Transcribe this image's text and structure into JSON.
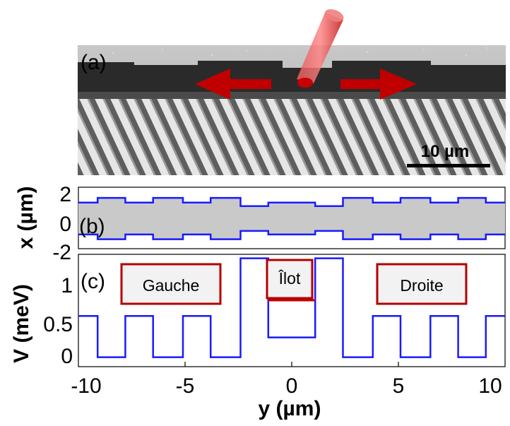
{
  "panels": {
    "a": {
      "label": "(a)",
      "scale_bar_label": "10 µm"
    },
    "b": {
      "label": "(b)",
      "ylabel": "x (µm)",
      "yticks": [
        "2",
        "0",
        "-2"
      ]
    },
    "c": {
      "label": "(c)",
      "ylabel": "V (meV)",
      "yticks": [
        "1",
        "0.5",
        "0"
      ],
      "region_labels": [
        "Gauche",
        "Îlot",
        "Droite"
      ]
    }
  },
  "xaxis": {
    "label": "y (µm)",
    "ticks": [
      "-10",
      "-5",
      "0",
      "5",
      "10"
    ]
  },
  "colors": {
    "trace": "#1a1aff",
    "frame": "#b40000",
    "fill": "#c9c9c9",
    "arrow": "#c00000"
  },
  "chart_data": [
    {
      "type": "area",
      "panel": "b",
      "xlim": [
        -10,
        10
      ],
      "ylim": [
        -2.6,
        2.6
      ],
      "x": [
        -10,
        -9.1,
        -9.1,
        -7.8,
        -7.8,
        -6.5,
        -6.5,
        -5.1,
        -5.1,
        -3.8,
        -3.8,
        -2.4,
        -2.4,
        -1.1,
        -1.1,
        1.1,
        1.1,
        2.4,
        2.4,
        3.8,
        3.8,
        5.1,
        5.1,
        6.5,
        6.5,
        7.8,
        7.8,
        9.1,
        9.1,
        10
      ],
      "upper": [
        1.3,
        1.3,
        1.7,
        1.7,
        1.3,
        1.3,
        1.7,
        1.7,
        1.3,
        1.3,
        1.7,
        1.7,
        1.0,
        1.0,
        1.3,
        1.3,
        1.0,
        1.0,
        1.7,
        1.7,
        1.3,
        1.3,
        1.7,
        1.7,
        1.3,
        1.3,
        1.7,
        1.7,
        1.3,
        1.3
      ],
      "lower": [
        -1.4,
        -1.4,
        -1.8,
        -1.8,
        -1.4,
        -1.4,
        -1.8,
        -1.8,
        -1.4,
        -1.4,
        -1.8,
        -1.8,
        -1.1,
        -1.1,
        -1.4,
        -1.4,
        -1.1,
        -1.1,
        -1.8,
        -1.8,
        -1.4,
        -1.4,
        -1.8,
        -1.8,
        -1.4,
        -1.4,
        -1.8,
        -1.8,
        -1.4,
        -1.4
      ]
    },
    {
      "type": "line",
      "panel": "c",
      "xlim": [
        -10,
        10
      ],
      "ylim": [
        -0.12,
        1.3
      ],
      "x": [
        -10,
        -9.1,
        -9.1,
        -7.8,
        -7.8,
        -6.5,
        -6.5,
        -5.1,
        -5.1,
        -3.8,
        -3.8,
        -2.4,
        -2.4,
        -1.1,
        -1.1,
        1.1,
        1.1,
        2.4,
        2.4,
        3.8,
        3.8,
        5.1,
        5.1,
        6.5,
        6.5,
        7.8,
        7.8,
        9.1,
        9.1,
        10
      ],
      "y": [
        0.52,
        0.52,
        0,
        0,
        0.52,
        0.52,
        0,
        0,
        0.52,
        0.52,
        0,
        0,
        1.25,
        1.25,
        0.25,
        0.25,
        1.25,
        1.25,
        0,
        0,
        0.52,
        0.52,
        0,
        0,
        0.52,
        0.52,
        0,
        0,
        0.52,
        0.52
      ],
      "level_marker": {
        "x": [
          -1.1,
          1.1
        ],
        "y": 0.72
      }
    }
  ]
}
